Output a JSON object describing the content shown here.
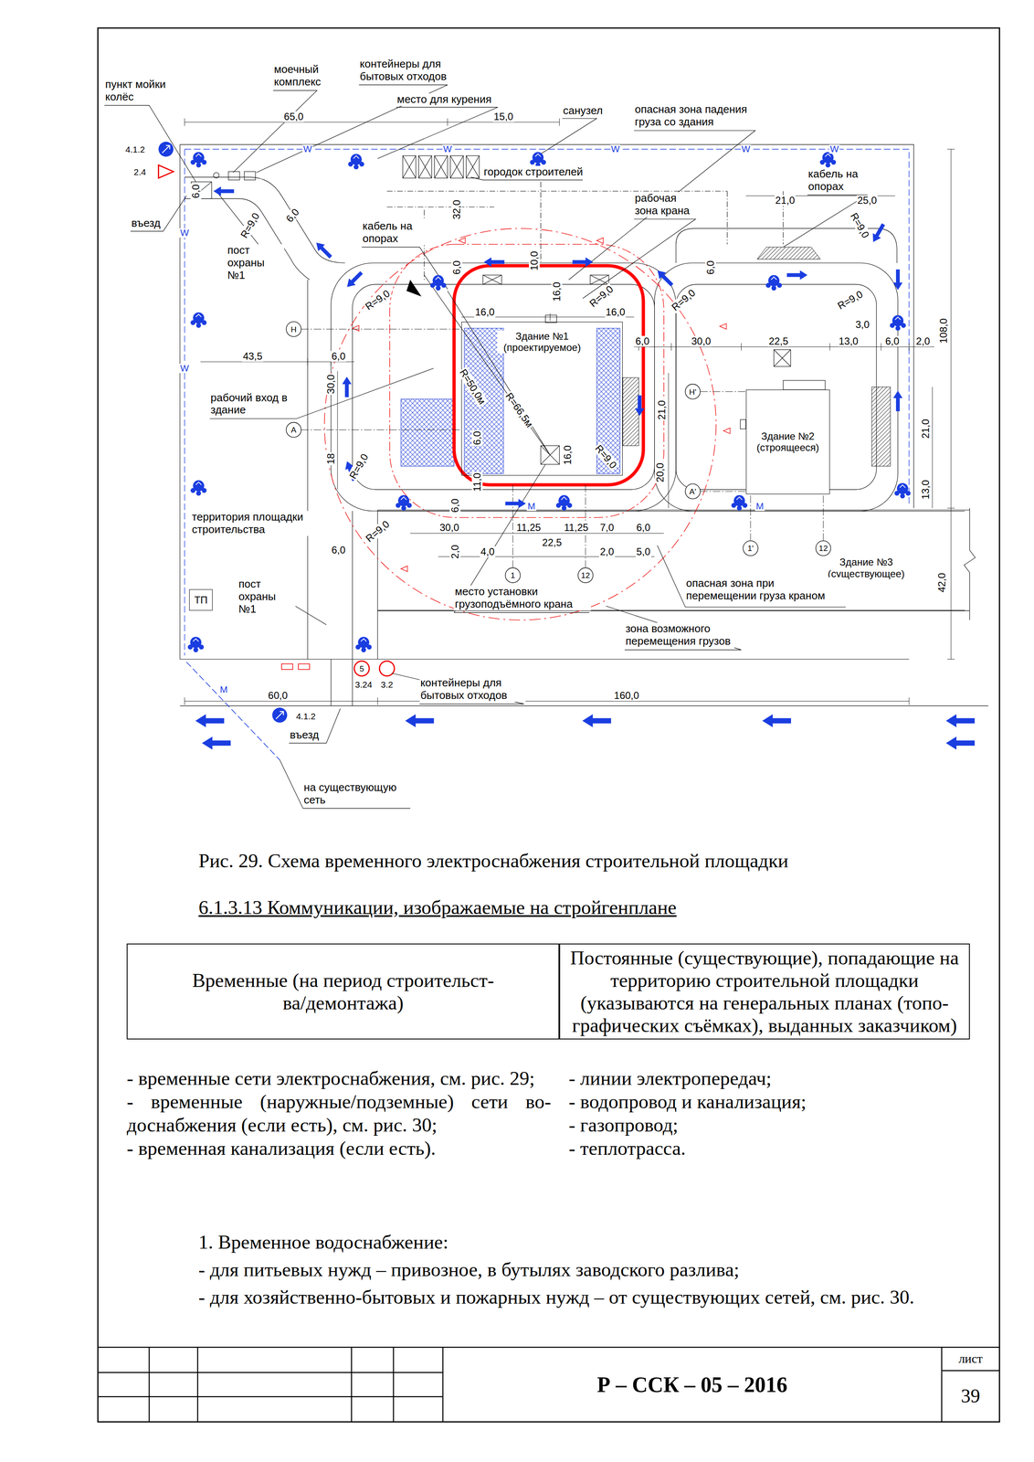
{
  "diagram": {
    "caption": "Рис. 29. Схема временного электроснабжения строительной площадки",
    "nodes": [
      {
        "text": [
          "Здание №1 (проектируемое)"
        ]
      },
      {
        "text": [
          "Здание №2 (строящееся)"
        ]
      },
      {
        "text": [
          "Здание №3 (существующее)"
        ]
      },
      {
        "text": [
          "ТП"
        ]
      },
      {
        "text": [
          "Временные (на период строительст- ва/демонтажа)"
        ]
      },
      {
        "text": [
          "Постоянные (существующие), попадающие на территорию строительной площадки (указываются на генеральных планах (топо- графических съёмках), выданных заказчиком)"
        ]
      },
      {
        "text": [
          "Р – ССК – 05 – 2016"
        ]
      },
      {
        "text": [
          "лист",
          "39"
        ]
      }
    ],
    "labels": [
      "пункт мойки колёс",
      "моечный комплекс",
      "контейнеры для бытовых отходов",
      "место для курения",
      "санузел",
      "опасная зона падения груза со здания",
      "4.1.2",
      "2.4",
      "65,0",
      "15,0",
      "W",
      "W",
      "W",
      "W",
      "W",
      "городок строителей",
      "рабочая зона крана",
      "кабель на опорах",
      "21,0",
      "25,0",
      "6,0",
      "въезд",
      "R=9,0",
      "6,0",
      "32,0",
      "кабель на опорах",
      "R=9,0",
      "W",
      "пост охраны №1",
      "10,0",
      "6,0",
      "6,0",
      "16,0",
      "R=9,0",
      "R=9,0",
      "R=9,0",
      "R=9,0",
      "16,0",
      "16,0",
      "3,0",
      "Н",
      "6,0",
      "30,0",
      "22,5",
      "13,0",
      "6,0",
      "2,0",
      "108,0",
      "43,5",
      "6,0",
      "W",
      "30,0",
      "R=50,0м",
      "рабочий вход в здание",
      "Н'",
      "R=66,5м",
      "21,0",
      "21,0",
      "А",
      "6,0",
      "16,0",
      "R=9,0",
      "18",
      "R=9,0",
      "20,0",
      "11,0",
      "13,0",
      "А'",
      "6,0",
      "M",
      "M",
      "территория площадки строительства",
      "30,0",
      "11,25",
      "11,25",
      "7,0",
      "6,0",
      "R=9,0",
      "22,5",
      "1'",
      "12",
      "2,0",
      "4,0",
      "2,0",
      "5,0",
      "6,0",
      "1",
      "12",
      "42,0",
      "пост охраны №1",
      "место установки грузоподъёмного крана",
      "опасная зона при перемещении груза краном",
      "зона возможного перемещения грузов",
      "5",
      "контейнеры для бытовых отходов",
      "3.24",
      "3.2",
      "M",
      "60,0",
      "160,0",
      "4.1.2",
      "въезд",
      "на существующую сеть",
      "6.1.3.13 Коммуникации, изображаемые на стройгенплане",
      "- временные сети электроснабжения, см. рис. 29;",
      "- временные (наружные/подземные) сети во- доснабжения (если есть), см. рис. 30;",
      "- временная канализация (если есть).",
      "- линии электропередач;",
      "- водопровод и канализация;",
      "- газопровод;",
      "- теплотрасса.",
      "1. Временное водоснабжение:",
      "- для питьевых нужд – привозное, в бутылях заводского разлива;",
      "- для хозяйственно-бытовых и пожарных нужд – от существующих сетей, см. рис. 30."
    ]
  }
}
